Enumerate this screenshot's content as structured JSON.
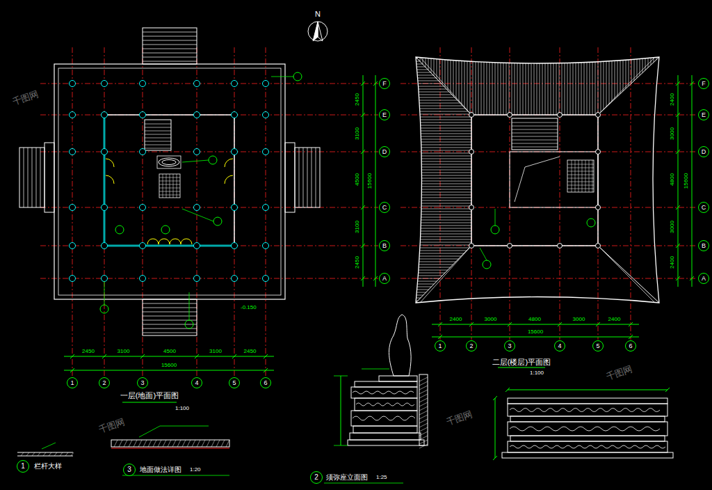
{
  "diagram": {
    "nodes": [
      {
        "text": [
          "1"
        ]
      },
      {
        "text": [
          "2"
        ]
      },
      {
        "text": [
          "3"
        ]
      },
      {
        "text": [
          "4"
        ]
      },
      {
        "text": [
          "5"
        ]
      },
      {
        "text": [
          "6"
        ]
      },
      {
        "text": [
          "F"
        ]
      },
      {
        "text": [
          "E"
        ]
      },
      {
        "text": [
          "D"
        ]
      },
      {
        "text": [
          "C"
        ]
      },
      {
        "text": [
          "B"
        ]
      },
      {
        "text": [
          "A"
        ]
      },
      {
        "text": [
          "F"
        ]
      },
      {
        "text": [
          "E"
        ]
      },
      {
        "text": [
          "D"
        ]
      },
      {
        "text": [
          "C"
        ]
      },
      {
        "text": [
          "B"
        ]
      },
      {
        "text": [
          "A"
        ]
      },
      {
        "text": [
          "1"
        ]
      },
      {
        "text": [
          "2"
        ]
      },
      {
        "text": [
          "3"
        ]
      },
      {
        "text": [
          "4"
        ]
      },
      {
        "text": [
          "5"
        ]
      },
      {
        "text": [
          "6"
        ]
      },
      {
        "text": [
          "1"
        ]
      },
      {
        "text": [
          "3"
        ]
      },
      {
        "text": [
          "2"
        ]
      }
    ],
    "labels": [
      "N",
      "一层(地面)平面图",
      "1:100",
      "二层(楼层)平面图",
      "1:100",
      "栏杆大样",
      "地面做法详图",
      "1:20",
      "须弥座立面图",
      "1:25",
      "-0.150",
      "2450",
      "3100",
      "4500",
      "3100",
      "2450",
      "15600",
      "2450",
      "3100",
      "4500",
      "3100",
      "2450",
      "15600",
      "2400",
      "3000",
      "4800",
      "3000",
      "2400",
      "15600",
      "2400",
      "3000",
      "4800",
      "3000",
      "2400",
      "15600",
      "千图网",
      "千图网",
      "千图网",
      "千图网"
    ]
  }
}
